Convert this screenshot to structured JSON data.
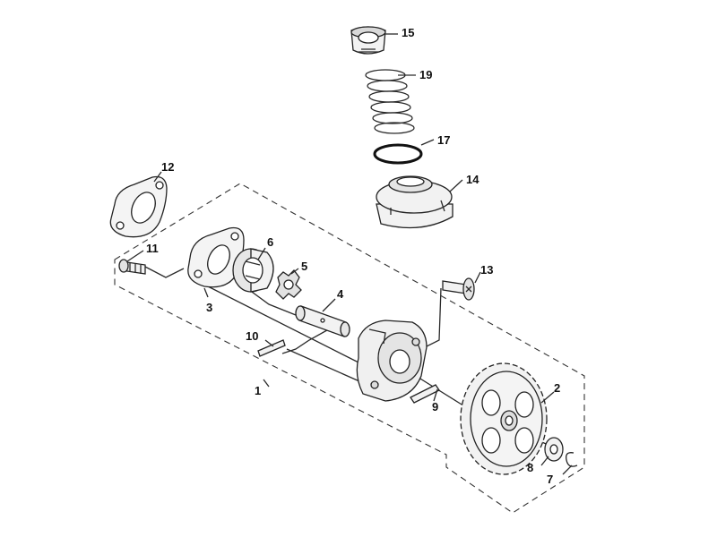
{
  "callouts": {
    "c1": "1",
    "c2": "2",
    "c3": "3",
    "c4": "4",
    "c5": "5",
    "c6": "6",
    "c7": "7",
    "c8": "8",
    "c9": "9",
    "c10": "10",
    "c11": "11",
    "c12": "12",
    "c13": "13",
    "c14": "14",
    "c15": "15",
    "c17": "17",
    "c19": "19"
  },
  "colors": {
    "line": "#222222",
    "part_fill": "#f2f2f2",
    "background": "#ffffff"
  }
}
